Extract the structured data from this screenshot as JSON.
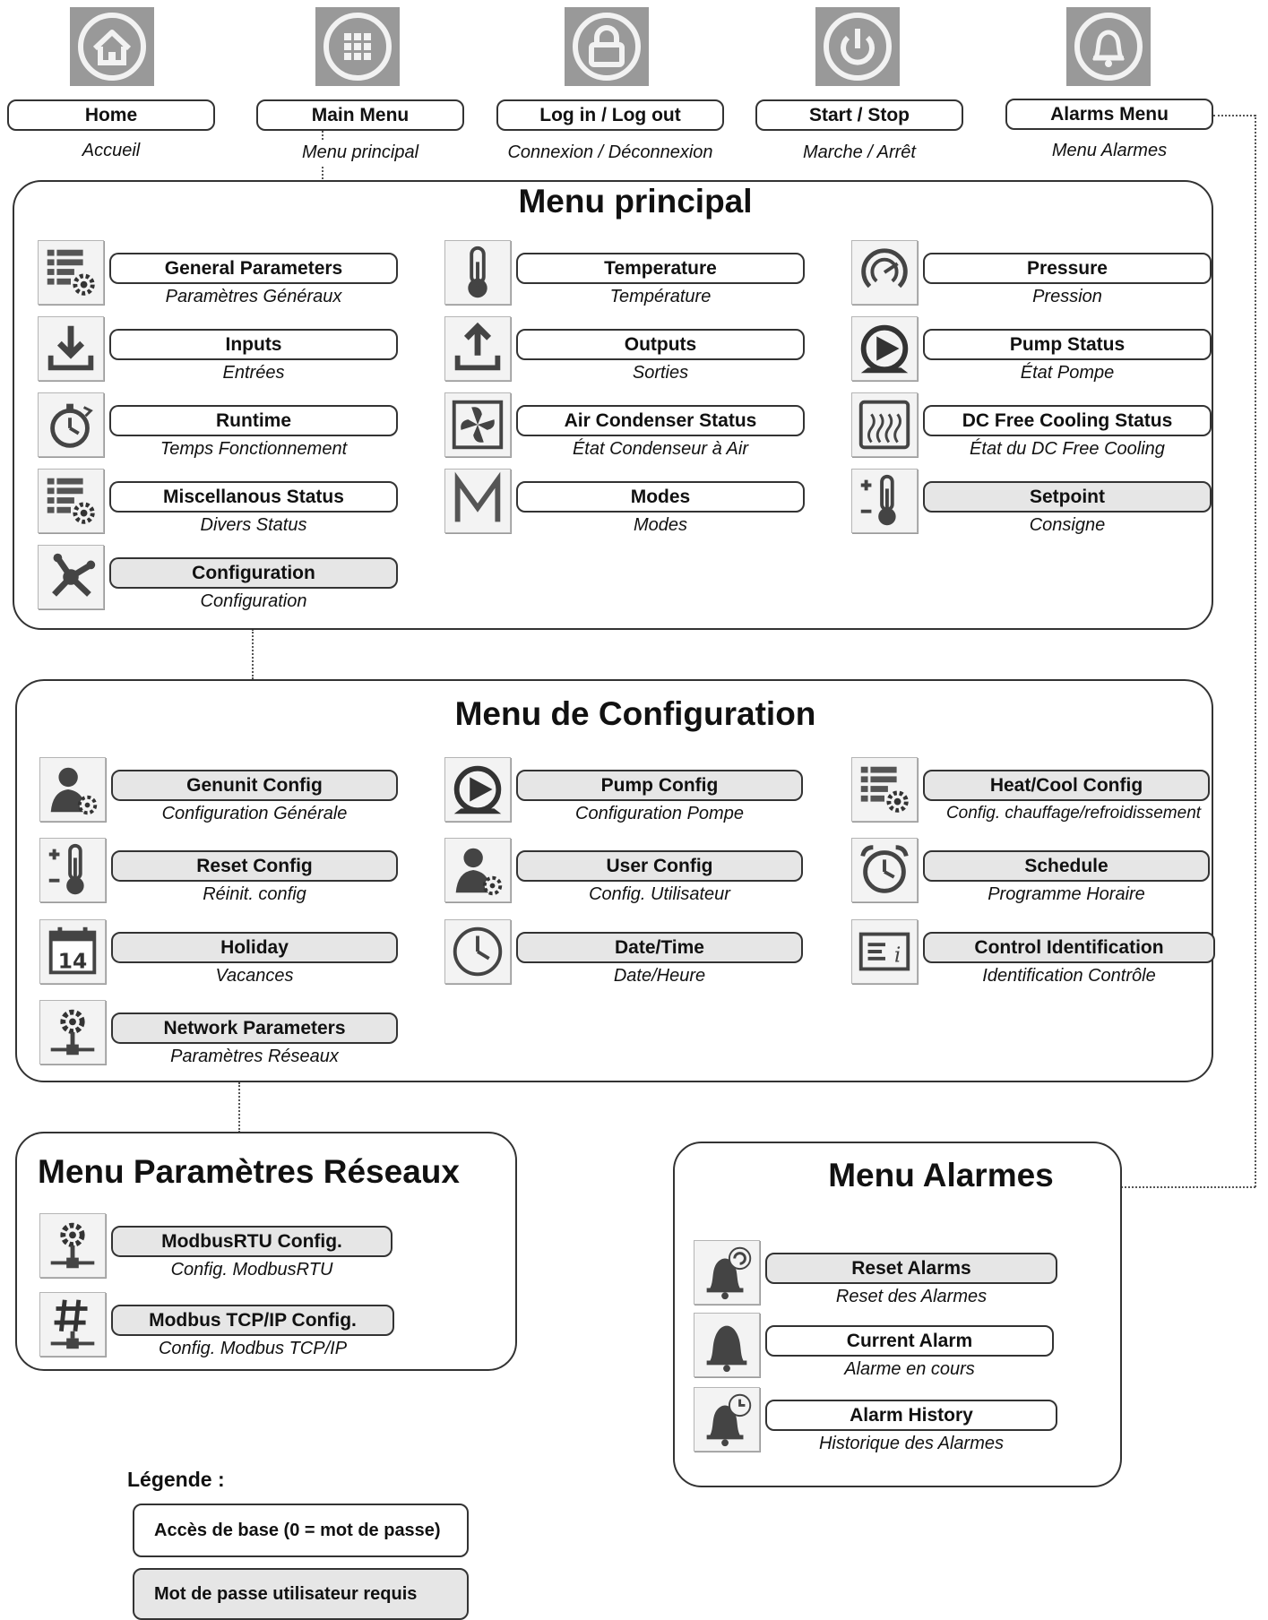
{
  "top_bar": [
    {
      "icon": "home-icon",
      "label": "Home",
      "sub": "Accueil"
    },
    {
      "icon": "grid-menu-icon",
      "label": "Main Menu",
      "sub": "Menu principal"
    },
    {
      "icon": "lock-icon",
      "label": "Log in / Log out",
      "sub": "Connexion / Déconnexion"
    },
    {
      "icon": "power-icon",
      "label": "Start / Stop",
      "sub": "Marche / Arrêt"
    },
    {
      "icon": "bell-icon",
      "label": "Alarms Menu",
      "sub": "Menu Alarmes"
    }
  ],
  "main_menu": {
    "title": "Menu principal",
    "items": [
      {
        "icon": "parameters-list-icon",
        "label": "General Parameters",
        "sub": "Paramètres Généraux",
        "access": "basic"
      },
      {
        "icon": "thermometer-icon",
        "label": "Temperature",
        "sub": "Température",
        "access": "basic"
      },
      {
        "icon": "pressure-gauge-icon",
        "label": "Pressure",
        "sub": "Pression",
        "access": "basic"
      },
      {
        "icon": "download-icon",
        "label": "Inputs",
        "sub": "Entrées",
        "access": "basic"
      },
      {
        "icon": "upload-icon",
        "label": "Outputs",
        "sub": "Sorties",
        "access": "basic"
      },
      {
        "icon": "pump-icon",
        "label": "Pump Status",
        "sub": "État Pompe",
        "access": "basic"
      },
      {
        "icon": "runtime-stopwatch-icon",
        "label": "Runtime",
        "sub": "Temps Fonctionnement",
        "access": "basic"
      },
      {
        "icon": "fan-icon",
        "label": "Air Condenser Status",
        "sub": "État Condenseur à Air",
        "access": "basic"
      },
      {
        "icon": "heat-waves-icon",
        "label": "DC Free Cooling Status",
        "sub": "État du DC Free Cooling",
        "access": "basic"
      },
      {
        "icon": "parameters-list-icon",
        "label": "Miscellanous Status",
        "sub": "Divers Status",
        "access": "basic"
      },
      {
        "icon": "letter-m-icon",
        "label": "Modes",
        "sub": "Modes",
        "access": "basic"
      },
      {
        "icon": "thermometer-plus-minus-icon",
        "label": "Setpoint",
        "sub": "Consigne",
        "access": "user"
      },
      {
        "icon": "configuration-icon",
        "label": "Configuration",
        "sub": "Configuration",
        "access": "user"
      }
    ]
  },
  "config_menu": {
    "title": "Menu de Configuration",
    "items": [
      {
        "icon": "user-gear-icon",
        "label": "Genunit Config",
        "sub": "Configuration Générale",
        "access": "user"
      },
      {
        "icon": "pump-icon",
        "label": "Pump Config",
        "sub": "Configuration Pompe",
        "access": "user"
      },
      {
        "icon": "parameters-list-icon",
        "label": "Heat/Cool Config",
        "sub": "Config. chauffage/refroidissement",
        "access": "user"
      },
      {
        "icon": "thermometer-plus-minus-icon",
        "label": "Reset Config",
        "sub": "Réinit. config",
        "access": "user"
      },
      {
        "icon": "user-gear-icon",
        "label": "User Config",
        "sub": "Config. Utilisateur",
        "access": "user"
      },
      {
        "icon": "alarm-clock-icon",
        "label": "Schedule",
        "sub": "Programme Horaire",
        "access": "user"
      },
      {
        "icon": "calendar-icon",
        "label": "Holiday",
        "sub": "Vacances",
        "access": "user",
        "calendar_day": "14"
      },
      {
        "icon": "clock-icon",
        "label": "Date/Time",
        "sub": "Date/Heure",
        "access": "user"
      },
      {
        "icon": "info-card-icon",
        "label": "Control Identification",
        "sub": "Identification Contrôle",
        "access": "user"
      },
      {
        "icon": "network-gear-icon",
        "label": "Network Parameters",
        "sub": "Paramètres Réseaux",
        "access": "user"
      }
    ]
  },
  "network_menu": {
    "title": "Menu Paramètres Réseaux",
    "items": [
      {
        "icon": "network-gear-icon",
        "label": "ModbusRTU Config.",
        "sub": "Config. ModbusRTU",
        "access": "user"
      },
      {
        "icon": "network-hash-icon",
        "label": "Modbus TCP/IP Config.",
        "sub": "Config. Modbus TCP/IP",
        "access": "user"
      }
    ]
  },
  "alarm_menu": {
    "title": "Menu Alarmes",
    "items": [
      {
        "icon": "bell-reset-icon",
        "label": "Reset Alarms",
        "sub": "Reset des Alarmes",
        "access": "user"
      },
      {
        "icon": "bell-icon",
        "label": "Current Alarm",
        "sub": "Alarme en cours",
        "access": "basic"
      },
      {
        "icon": "bell-history-icon",
        "label": "Alarm History",
        "sub": "Historique des Alarmes",
        "access": "basic"
      }
    ]
  },
  "legend": {
    "title": "Légende :",
    "basic": "Accès de base (0 = mot de passe)",
    "user": "Mot de passe utilisateur requis"
  },
  "colors": {
    "basic_fill": "#ffffff",
    "user_fill": "#e6e6e6",
    "icon_grey": "#999999",
    "stroke": "#333333"
  }
}
